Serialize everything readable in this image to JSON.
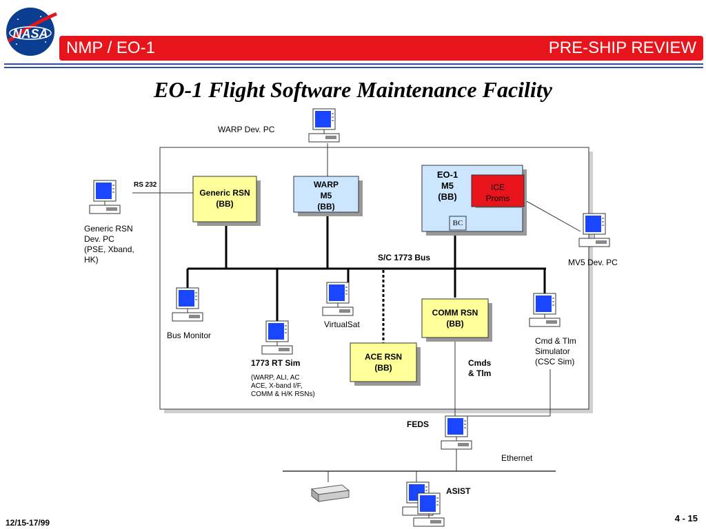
{
  "header": {
    "left": "NMP / EO-1",
    "right": "PRE-SHIP REVIEW",
    "logo_text": "NASA"
  },
  "title": "EO-1 Flight Software Maintenance Facility",
  "diagram": {
    "boxes": {
      "generic_rsn": "Generic RSN\n(BB)",
      "warp_m5": "WARP\nM5\n(BB)",
      "eo1_m5": "EO-1\nM5\n(BB)",
      "ice_proms": "ICE\nProms",
      "bc": "BC",
      "comm_rsn": "COMM RSN\n(BB)",
      "ace_rsn": "ACE RSN\n(BB)"
    },
    "labels": {
      "warp_dev_pc": "WARP Dev. PC",
      "rs232": "RS 232",
      "generic_rsn_pc": "Generic RSN\n Dev. PC\n(PSE, Xband,\nHK)",
      "mv5_dev_pc": "MV5 Dev. PC",
      "bus": "S/C 1773 Bus",
      "bus_monitor": "Bus Monitor",
      "virtualsat": "VirtualSat",
      "rt_sim": "1773 RT Sim",
      "rt_sim_detail": "(WARP, ALI, AC\nACE, X-band  I/F,\nCOMM & H/K RSNs)",
      "cmds_tlm": "Cmds\n& Tlm",
      "cmd_tlm_sim": "Cmd & Tlm\nSimulator\n(CSC Sim)",
      "feds": "FEDS",
      "ethernet": "Ethernet",
      "asist": "ASIST"
    }
  },
  "footer": {
    "date": "12/15-17/99",
    "page": "4 - 15"
  },
  "colors": {
    "header_red": "#e8141c",
    "rule_blue": "#2a4fa0",
    "box_yellow": "#ffff99",
    "box_lightblue": "#cce6ff",
    "ice_red": "#e8141c",
    "screen_blue": "#1a46ff"
  }
}
